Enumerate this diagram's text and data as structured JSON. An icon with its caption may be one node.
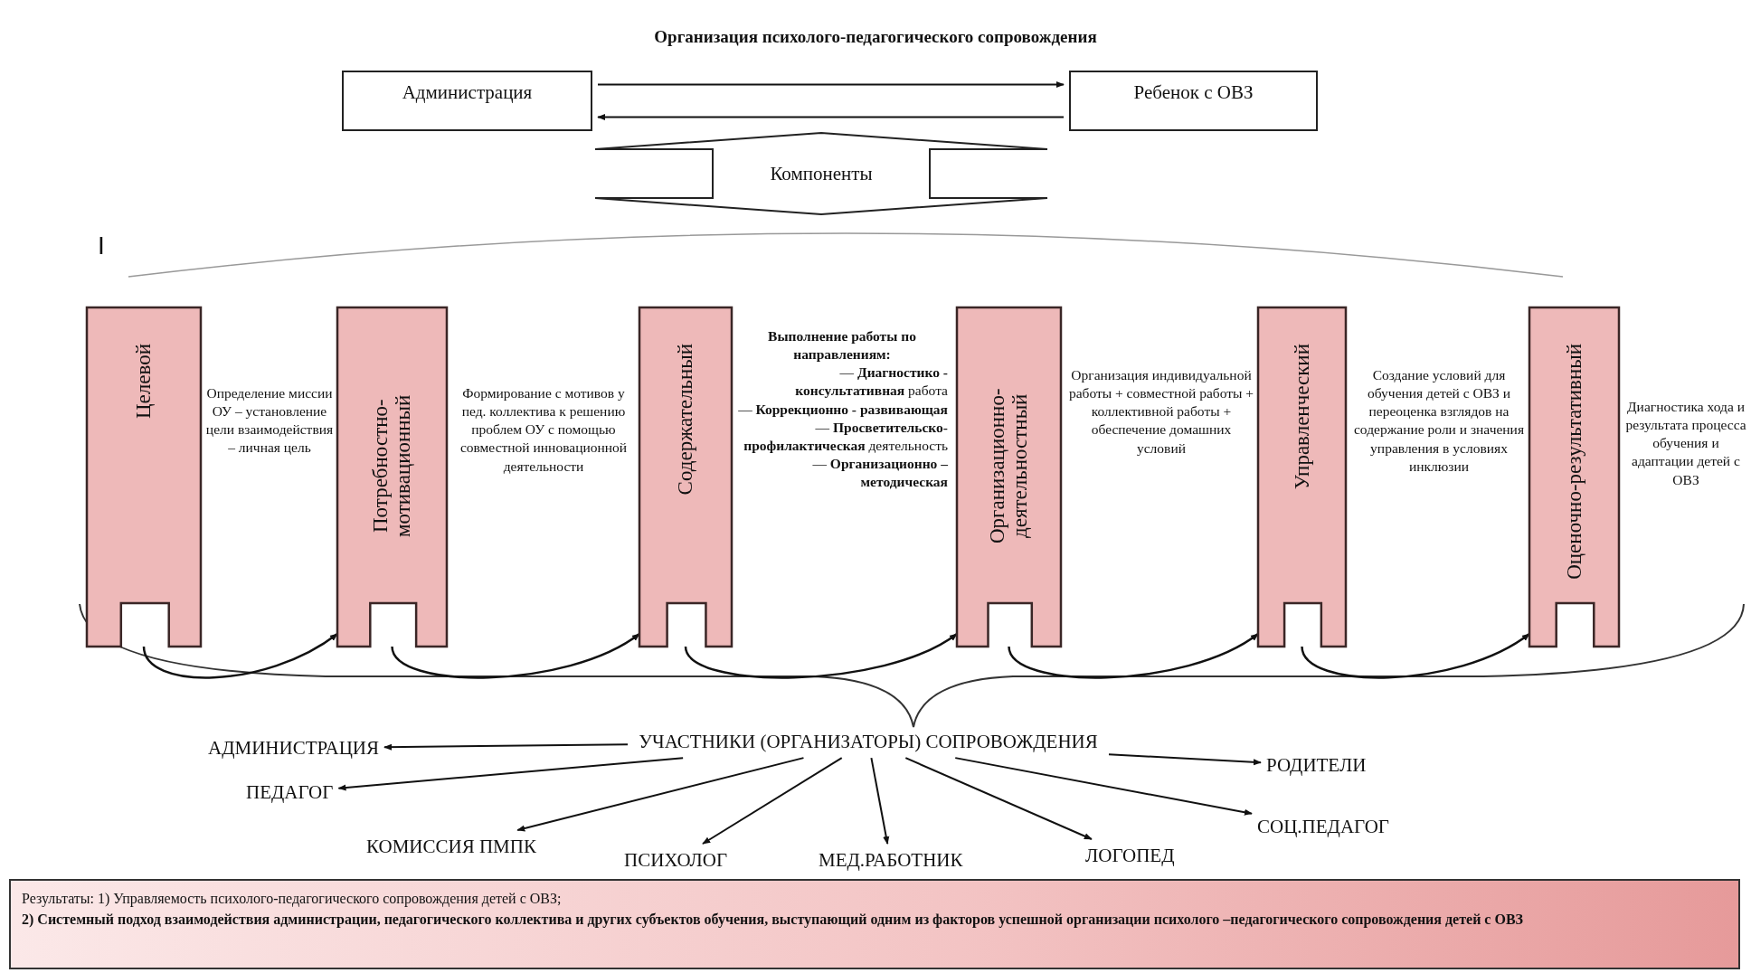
{
  "diagram": {
    "title": "Организация психолого-педагогического сопровождения",
    "nodes": [
      {
        "text": [
          "Администрация"
        ]
      },
      {
        "text": [
          "Ребенок с ОВЗ"
        ]
      },
      {
        "text": [
          "Компоненты"
        ]
      },
      {
        "text": [
          "Целевой"
        ],
        "beside": [
          "Определение миссии ОУ – установление цели взаимодействия – личная цель"
        ]
      },
      {
        "text": [
          "Потребностно-мотивационный"
        ],
        "beside": [
          "Формирование с мотивов у пед. коллектива к решению проблем ОУ с помощью совместной инновационной деятельности"
        ]
      },
      {
        "text": [
          "Содержательный"
        ],
        "beside": [
          "**Выполнение работы по направлениям:**",
          "— **Диагностико - консультативная** работа",
          "— **Коррекционно - развивающая**",
          "— **Просветительско-профилактическая** деятельность",
          "— **Организационно – методическая**"
        ]
      },
      {
        "text": [
          "Организационно-деятельностный"
        ],
        "beside": [
          "Организация индивидуальной работы + совместной работы + коллективной работы + обеспечение домашних условий"
        ]
      },
      {
        "text": [
          "Управленческий"
        ],
        "beside": [
          "Создание условий для обучения детей с ОВЗ и переоценка взглядов на содержание роли и значения управления в условиях инклюзии"
        ]
      },
      {
        "text": [
          "Оценочно-результативный"
        ],
        "beside": [
          "Диагностика хода и результата процесса обучения и адаптации детей с ОВЗ"
        ]
      },
      {
        "text": [
          "УЧАСТНИКИ (ОРГАНИЗАТОРЫ) СОПРОВОЖДЕНИЯ"
        ]
      },
      {
        "text": [
          "АДМИНИСТРАЦИЯ"
        ]
      },
      {
        "text": [
          "ПЕДАГОГ"
        ]
      },
      {
        "text": [
          "КОМИССИЯ ПМПК"
        ]
      },
      {
        "text": [
          "ПСИХОЛОГ"
        ]
      },
      {
        "text": [
          "МЕД.РАБОТНИК"
        ]
      },
      {
        "text": [
          "ЛОГОПЕД"
        ]
      },
      {
        "text": [
          "СОЦ.ПЕДАГОГ"
        ]
      },
      {
        "text": [
          "РОДИТЕЛИ"
        ]
      },
      {
        "text": [
          "Результаты: 1) Управляемость психолого-педагогического сопровождения детей с ОВЗ;",
          "2) Системный подход взаимодействия администрации, педагогического коллектива и других субъектов обучения, выступающий одним из факторов успешной организации психолого –педагогического сопровождения детей с ОВЗ"
        ]
      }
    ],
    "edges": [
      {
        "from": 0,
        "to": 1,
        "arrow": "to"
      },
      {
        "from": 1,
        "to": 0,
        "arrow": "to"
      },
      {
        "from": 3,
        "to": 4,
        "arrow": "to"
      },
      {
        "from": 4,
        "to": 5,
        "arrow": "to"
      },
      {
        "from": 5,
        "to": 6,
        "arrow": "to"
      },
      {
        "from": 6,
        "to": 7,
        "arrow": "to"
      },
      {
        "from": 7,
        "to": 8,
        "arrow": "to"
      },
      {
        "from": 9,
        "to": 10,
        "arrow": "to"
      },
      {
        "from": 9,
        "to": 11,
        "arrow": "to"
      },
      {
        "from": 9,
        "to": 12,
        "arrow": "to"
      },
      {
        "from": 9,
        "to": 13,
        "arrow": "to"
      },
      {
        "from": 9,
        "to": 14,
        "arrow": "to"
      },
      {
        "from": 9,
        "to": 15,
        "arrow": "to"
      },
      {
        "from": 9,
        "to": 16,
        "arrow": "to"
      },
      {
        "from": 9,
        "to": 17,
        "arrow": "to"
      }
    ],
    "labels": [
      "I"
    ]
  }
}
